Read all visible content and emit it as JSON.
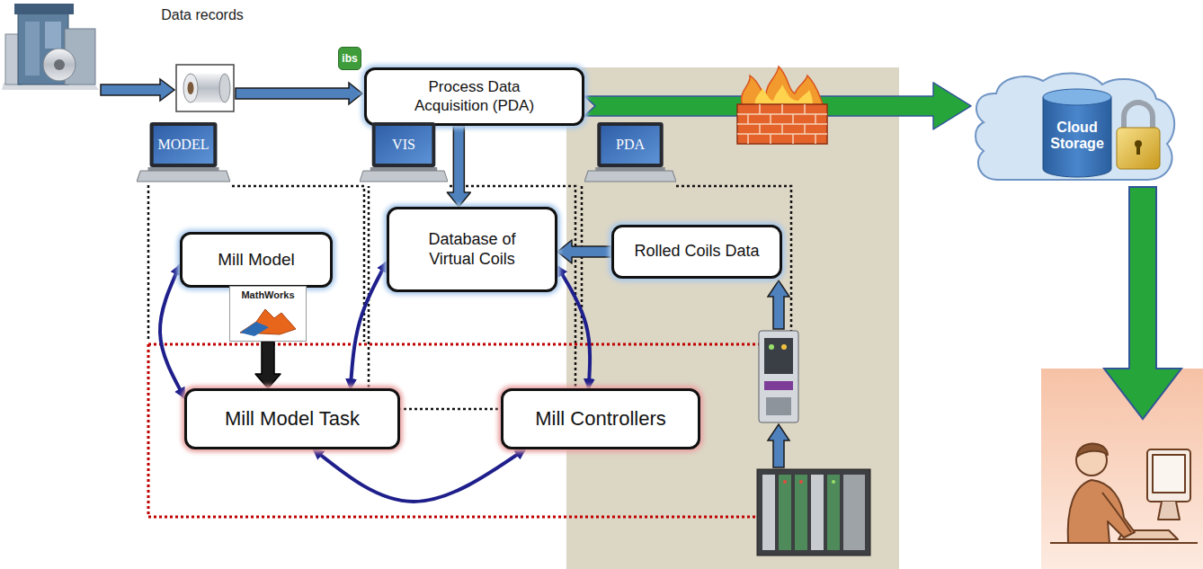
{
  "diagram": {
    "nodes": [
      {
        "text": [
          "Process Data Acquisition (PDA)"
        ]
      },
      {
        "text": [
          "Cloud Storage"
        ]
      },
      {
        "text": [
          "MODEL"
        ]
      },
      {
        "text": [
          "VIS"
        ]
      },
      {
        "text": [
          "PDA"
        ]
      },
      {
        "text": [
          "Mill Model"
        ]
      },
      {
        "text": [
          "Database of Virtual Coils"
        ]
      },
      {
        "text": [
          "Rolled Coils Data"
        ]
      },
      {
        "text": [
          "MathWorks"
        ]
      },
      {
        "text": [
          "Mill Model Task"
        ]
      },
      {
        "text": [
          "Mill Controllers"
        ]
      }
    ],
    "edges": [
      {
        "from": 0,
        "to": 6,
        "arrow": "to"
      },
      {
        "from": 0,
        "to": 1,
        "arrow": "to"
      },
      {
        "from": 7,
        "to": 6,
        "arrow": "to"
      },
      {
        "from": 8,
        "to": 9,
        "arrow": "to"
      },
      {
        "from": 5,
        "to": 9,
        "arrow": "both"
      },
      {
        "from": 6,
        "to": 9,
        "arrow": "both"
      },
      {
        "from": 6,
        "to": 10,
        "arrow": "both"
      },
      {
        "from": 9,
        "to": 10,
        "arrow": "both"
      }
    ],
    "labels": [
      "Data records",
      "ibs"
    ]
  }
}
